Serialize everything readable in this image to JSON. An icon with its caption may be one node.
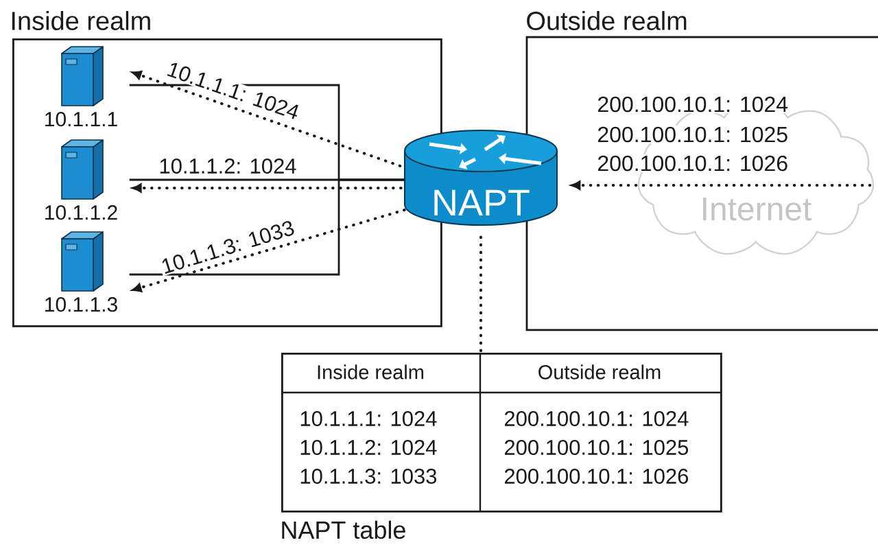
{
  "diagram": {
    "nodes": [
      {
        "text": [
          "Inside realm"
        ]
      },
      {
        "text": [
          "10.1.1.1"
        ],
        "in": 0
      },
      {
        "text": [
          "10.1.1.2"
        ],
        "in": 0
      },
      {
        "text": [
          "10.1.1.3"
        ],
        "in": 0
      },
      {
        "text": [
          "NAPT"
        ]
      },
      {
        "text": [
          "Outside realm"
        ]
      },
      {
        "text": [
          "Internet"
        ],
        "in": 5
      },
      {
        "text": [],
        "shape": "box",
        "beside": [
          "NAPT table"
        ]
      }
    ],
    "edges": [
      {
        "from": 1,
        "to": 4,
        "arrow": "none"
      },
      {
        "from": 2,
        "to": 4,
        "arrow": "none",
        "label": "10.1.1.2: 1024"
      },
      {
        "from": 3,
        "to": 4,
        "arrow": "none"
      },
      {
        "from": 4,
        "to": 1,
        "arrow": "to",
        "label": "10.1.1.1: 1024",
        "style": "dashed"
      },
      {
        "from": 4,
        "to": 2,
        "arrow": "to",
        "style": "dashed"
      },
      {
        "from": 4,
        "to": 3,
        "arrow": "to",
        "label": "10.1.1.3: 1033",
        "style": "dashed"
      },
      {
        "from": 6,
        "to": 4,
        "arrow": "to",
        "style": "dashed"
      },
      {
        "from": 4,
        "to": 7,
        "arrow": "none",
        "style": "dashed"
      }
    ],
    "labels": [
      "200.100.10.1: 1024",
      "200.100.10.1: 1025",
      "200.100.10.1: 1026",
      "Inside realm",
      "Outside realm",
      "10.1.1.1: 1024",
      "200.100.10.1: 1024",
      "10.1.1.2: 1024",
      "200.100.10.1: 1025",
      "10.1.1.3: 1033",
      "200.100.10.1: 1026"
    ]
  }
}
